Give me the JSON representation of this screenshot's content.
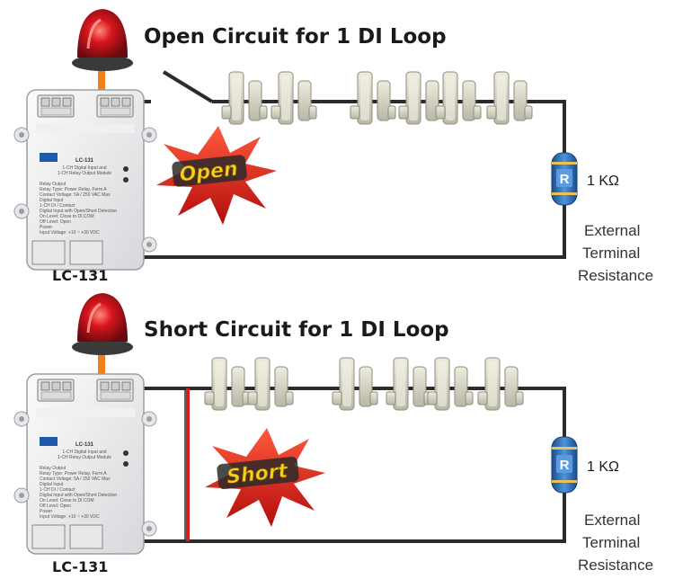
{
  "panels": [
    {
      "title": "Open Circuit for 1 DI Loop",
      "device_label": "LC-131",
      "burst_text": "Open",
      "resistor_letter": "R",
      "resistor_value": "1 KΩ",
      "note_lines": [
        "External",
        "Terminal",
        "Resistance"
      ]
    },
    {
      "title": "Short Circuit for 1 DI Loop",
      "device_label": "LC-131",
      "burst_text": "Short",
      "resistor_letter": "R",
      "resistor_value": "1 KΩ",
      "note_lines": [
        "External",
        "Terminal",
        "Resistance"
      ]
    }
  ],
  "module": {
    "model": "LC-131",
    "subtitle": [
      "1-CH Digital Input and",
      "1-CH Relay Output Module"
    ],
    "spec_text": [
      "Relay Output",
      "Relay Type: Power Relay, Form A",
      "Contact Voltage: 5A / 250 VAC Max",
      "Digital Input",
      "1-CH DI / Contact",
      "Digital Input with Open/Short Detection",
      "On Level: Close to DI.COM",
      "Off Level: Open",
      "Power",
      "Input Voltage: +10 ~ +30 VDC"
    ]
  },
  "colors": {
    "wire": "#2b2b2b",
    "short_wire": "#d81d1d",
    "burst": "#e0201c",
    "burst_text": "#f5d21a",
    "beacon": "#c0141a",
    "resistor": "#2f6fb8"
  }
}
